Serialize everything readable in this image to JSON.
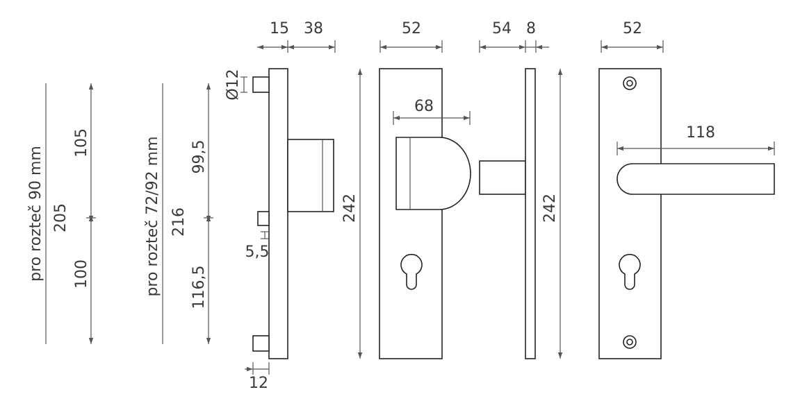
{
  "colors": {
    "line": "#555555",
    "outline": "#222222",
    "text": "#3a3a3a",
    "background": "#ffffff"
  },
  "left_dimensions": {
    "group_90": {
      "label": "pro rozteč 90 mm",
      "total": "205",
      "upper": "105",
      "lower": "100"
    },
    "group_72_92": {
      "label": "pro rozteč 72/92 mm",
      "total": "216",
      "upper": "99,5",
      "lower": "116,5"
    }
  },
  "side_view": {
    "depth_1": "15",
    "depth_2": "38",
    "pin_diameter": "Ø12",
    "pin_gap": "5,5",
    "pin_width": "12"
  },
  "front_view": {
    "width": "52",
    "height": "242",
    "knob_projection": "68"
  },
  "edge_view": {
    "handle_depth": "54",
    "plate_thickness": "8",
    "height": "242"
  },
  "back_view": {
    "width": "52",
    "lever_length": "118"
  }
}
